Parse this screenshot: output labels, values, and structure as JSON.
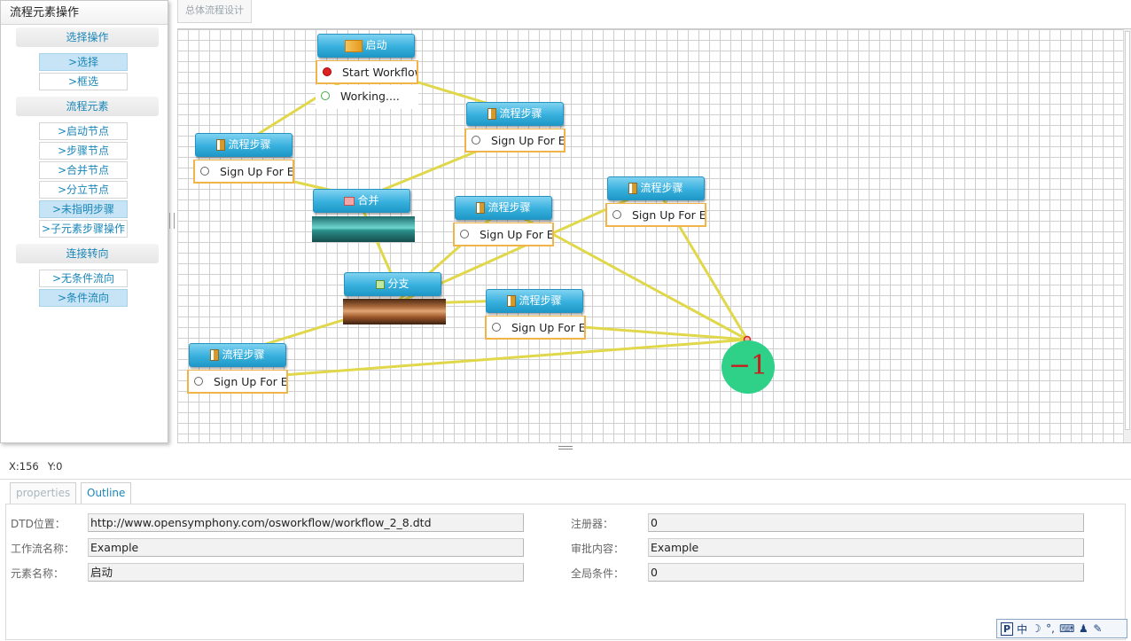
{
  "palette": {
    "title": "流程元素操作",
    "sections": {
      "select": "选择操作",
      "elements": "流程元素",
      "connect": "连接转向"
    },
    "items": {
      "select": ">选择",
      "marquee": ">框选",
      "start_node": ">启动节点",
      "step_node": ">步骤节点",
      "join_node": ">合并节点",
      "split_node": ">分立节点",
      "unnamed_step": ">未指明步骤",
      "sub_step": ">子元素步骤操作",
      "unconditional": ">无条件流向",
      "conditional": ">条件流向"
    }
  },
  "tab": {
    "design": "总体流程设计"
  },
  "diagram": {
    "start": {
      "title": "启动",
      "action1": "Start Workflow",
      "action2": "Working...."
    },
    "step_title": "流程步骤",
    "step_action": "Sign Up For Ed",
    "join_title": "合并",
    "split_title": "分支",
    "end_label": "−1",
    "connector_color": "#e0d84a",
    "end_color": "#2fd088"
  },
  "status": {
    "x": "X:156",
    "y": "Y:0"
  },
  "properties": {
    "tabs": {
      "properties": "properties",
      "outline": "Outline"
    },
    "fields": {
      "dtd_label": "DTD位置：",
      "dtd_value": "http://www.opensymphony.com/osworkflow/workflow_2_8.dtd",
      "workflow_name_label": "工作流名称：",
      "workflow_name_value": "Example",
      "element_name_label": "元素名称：",
      "element_name_value": "启动",
      "registry_label": "注册器：",
      "registry_value": "0",
      "approval_label": "审批内容：",
      "approval_value": "Example",
      "global_cond_label": "全局条件：",
      "global_cond_value": "0"
    }
  },
  "ime": {
    "p": "P",
    "zh": "中",
    "moon": "☽",
    "punct": "°,",
    "keyboard": "⌨",
    "user": "♟",
    "tool": "✎"
  }
}
